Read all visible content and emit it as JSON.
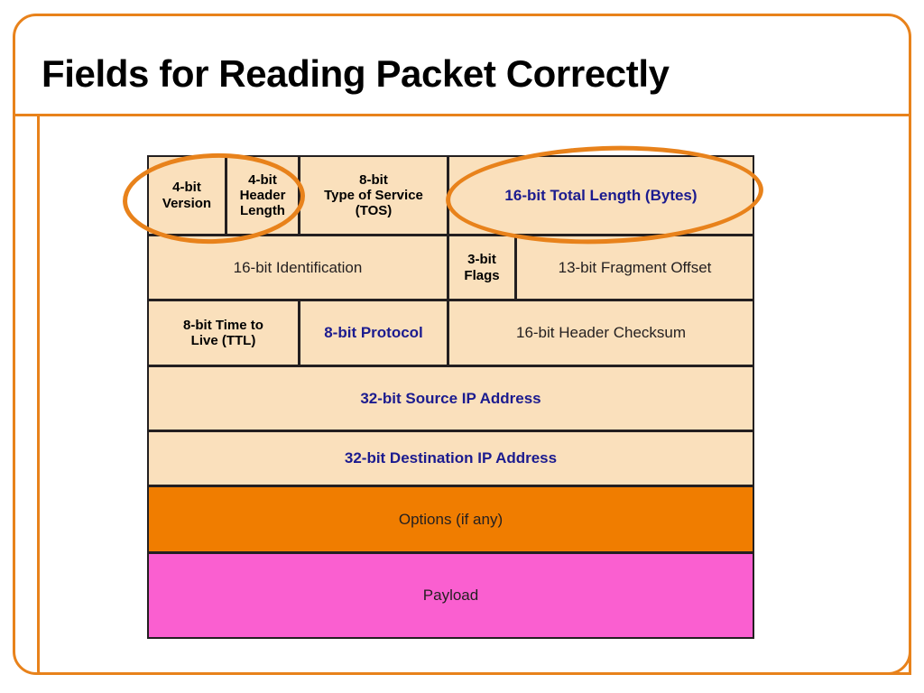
{
  "slide": {
    "title": "Fields for Reading Packet Correctly",
    "frame_color": "#E8821B"
  },
  "packet_header": {
    "name": "ipv4-header-diagram",
    "fill_color": "#FAE0BC",
    "border_color": "#231f20",
    "rows": [
      {
        "name": "row-1",
        "cells": [
          {
            "name": "cell-version",
            "label": "4-bit\nVersion",
            "style": "bold-black"
          },
          {
            "name": "cell-header-length",
            "label": "4-bit\nHeader\nLength",
            "style": "bold-black"
          },
          {
            "name": "cell-tos",
            "label": "8-bit\nType of Service\n(TOS)",
            "style": "bold-black"
          },
          {
            "name": "cell-total-length",
            "label": "16-bit Total Length (Bytes)",
            "style": "bold-blue"
          }
        ]
      },
      {
        "name": "row-2",
        "cells": [
          {
            "name": "cell-identification",
            "label": "16-bit Identification",
            "style": "plain-black"
          },
          {
            "name": "cell-flags",
            "label": "3-bit\nFlags",
            "style": "bold-black"
          },
          {
            "name": "cell-frag-offset",
            "label": "13-bit Fragment Offset",
            "style": "plain-black"
          }
        ]
      },
      {
        "name": "row-3",
        "cells": [
          {
            "name": "cell-ttl",
            "label": "8-bit Time to\nLive (TTL)",
            "style": "bold-black"
          },
          {
            "name": "cell-protocol",
            "label": "8-bit Protocol",
            "style": "bold-blue"
          },
          {
            "name": "cell-checksum",
            "label": "16-bit Header Checksum",
            "style": "plain-black"
          }
        ]
      },
      {
        "name": "row-4",
        "cells": [
          {
            "name": "cell-source-ip",
            "label": "32-bit Source IP Address",
            "style": "bold-blue"
          }
        ]
      },
      {
        "name": "row-5",
        "cells": [
          {
            "name": "cell-dest-ip",
            "label": "32-bit Destination IP Address",
            "style": "bold-blue"
          }
        ]
      },
      {
        "name": "row-options",
        "fill_color": "#F07D00",
        "cells": [
          {
            "name": "cell-options",
            "label": "Options (if any)",
            "style": "plain-black"
          }
        ]
      },
      {
        "name": "row-payload",
        "fill_color": "#FA5FD0",
        "cells": [
          {
            "name": "cell-payload",
            "label": "Payload",
            "style": "plain-black"
          }
        ]
      }
    ]
  },
  "annotations": {
    "color": "#E8821B",
    "ellipses": [
      {
        "name": "ellipse-version-hlen",
        "targets": "4-bit Version, 4-bit Header Length"
      },
      {
        "name": "ellipse-total-length",
        "targets": "16-bit Total Length (Bytes)"
      }
    ]
  },
  "cells": {
    "version": "4-bit\nVersion",
    "header_length": "4-bit\nHeader\nLength",
    "tos": "8-bit\nType of Service\n(TOS)",
    "total_length": "16-bit Total Length (Bytes)",
    "identification": "16-bit Identification",
    "flags": "3-bit\nFlags",
    "frag_offset": "13-bit Fragment Offset",
    "ttl": "8-bit Time to\nLive (TTL)",
    "protocol": "8-bit Protocol",
    "checksum": "16-bit Header Checksum",
    "source_ip": "32-bit Source IP Address",
    "dest_ip": "32-bit Destination IP Address",
    "options": "Options (if any)",
    "payload": "Payload"
  }
}
